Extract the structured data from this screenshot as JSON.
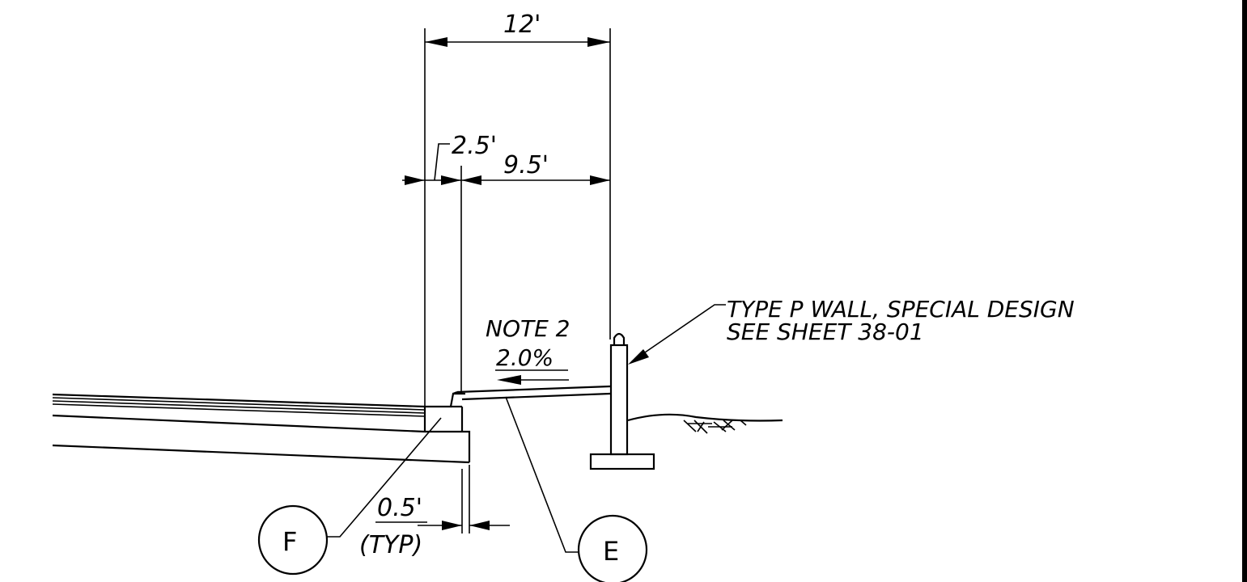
{
  "dimensions": {
    "total_width": "12'",
    "left_width": "2.5'",
    "right_width": "9.5'",
    "offset_value": "0.5'",
    "offset_note": "(TYP)"
  },
  "slope": {
    "note": "NOTE 2",
    "value": "2.0%"
  },
  "wall_label": {
    "line1": "TYPE P WALL, SPECIAL DESIGN",
    "line2": "SEE SHEET 38-01"
  },
  "callouts": {
    "f": "F",
    "e": "E"
  }
}
